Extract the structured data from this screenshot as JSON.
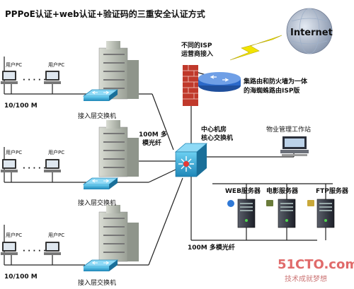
{
  "title": "PPPoE认证+web认证+验证码的三重安全认证方式",
  "internet": {
    "label": "Internet",
    "isp_label_line1": "不同的ISP",
    "isp_label_line2": "运营商接入"
  },
  "router": {
    "label_line1": "集路由和防火墙为一体",
    "label_line2": "的海蜘蛛路由ISP版"
  },
  "core": {
    "label_line1": "中心机房",
    "label_line2": "核心交换机"
  },
  "fiber_label": {
    "line1": "100M 多",
    "line2": "模光纤"
  },
  "bottom_fiber_label": "100M 多模光纤",
  "workstation_label": "物业管理工作站",
  "servers": [
    {
      "label": "WEB服务器"
    },
    {
      "label": "电影服务器"
    },
    {
      "label": "FTP服务器"
    }
  ],
  "user_groups": [
    {
      "pc_label": "用户PC",
      "speed": "10/100 M",
      "switch_label": "接入层交换机"
    },
    {
      "pc_label": "用户PC",
      "speed": "",
      "switch_label": "接入层交换机"
    },
    {
      "pc_label": "用户PC",
      "speed": "10/100 M",
      "switch_label": "接入层交换机"
    }
  ],
  "watermark": {
    "line1": "51CTO.com",
    "line2": "技术成就梦想"
  },
  "colors": {
    "line": "#222222",
    "switch": "#3aa9d8",
    "router": "#2b69c9",
    "firewall": "#c0392b",
    "watermark": "#e06a6a"
  }
}
